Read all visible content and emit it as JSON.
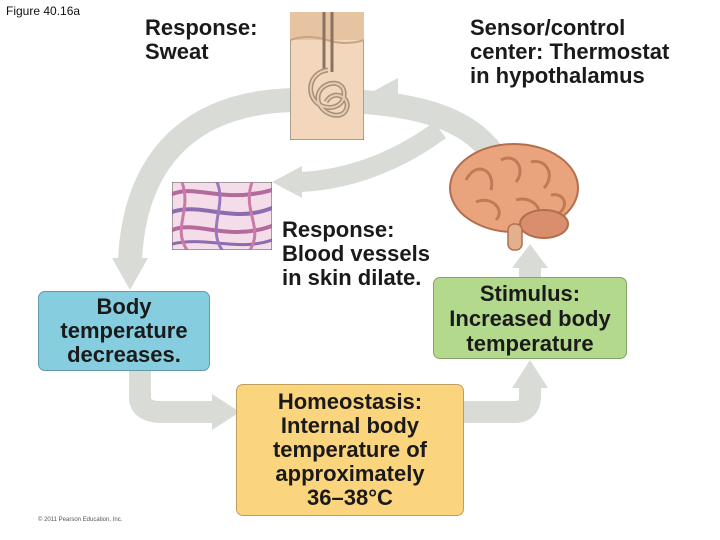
{
  "figure_label": "Figure 40.16a",
  "copyright": "© 2011 Pearson Education, Inc.",
  "sensor": {
    "lines": [
      "Sensor/control",
      "center: Thermostat",
      "in hypothalamus"
    ]
  },
  "response_sweat": {
    "lines": [
      "Response:",
      "Sweat"
    ]
  },
  "response_vessels": {
    "lines": [
      "Response:",
      "Blood vessels",
      "in skin dilate."
    ]
  },
  "body_box": {
    "lines": [
      "Body",
      "temperature",
      "decreases."
    ],
    "color": "#86cde0"
  },
  "stimulus_box": {
    "lines": [
      "Stimulus:",
      "Increased body",
      "temperature"
    ],
    "color": "#b2d98c"
  },
  "homeostasis_box": {
    "lines": [
      "Homeostasis:",
      "Internal body",
      "temperature of",
      "approximately",
      "36–38°C"
    ],
    "color": "#fbd47e"
  },
  "colors": {
    "arrow": "#d9dcd6",
    "arrow_edge": "#b9bcb6"
  },
  "icons": [
    "sweat-gland-icon",
    "blood-vessels-icon",
    "brain-icon"
  ]
}
